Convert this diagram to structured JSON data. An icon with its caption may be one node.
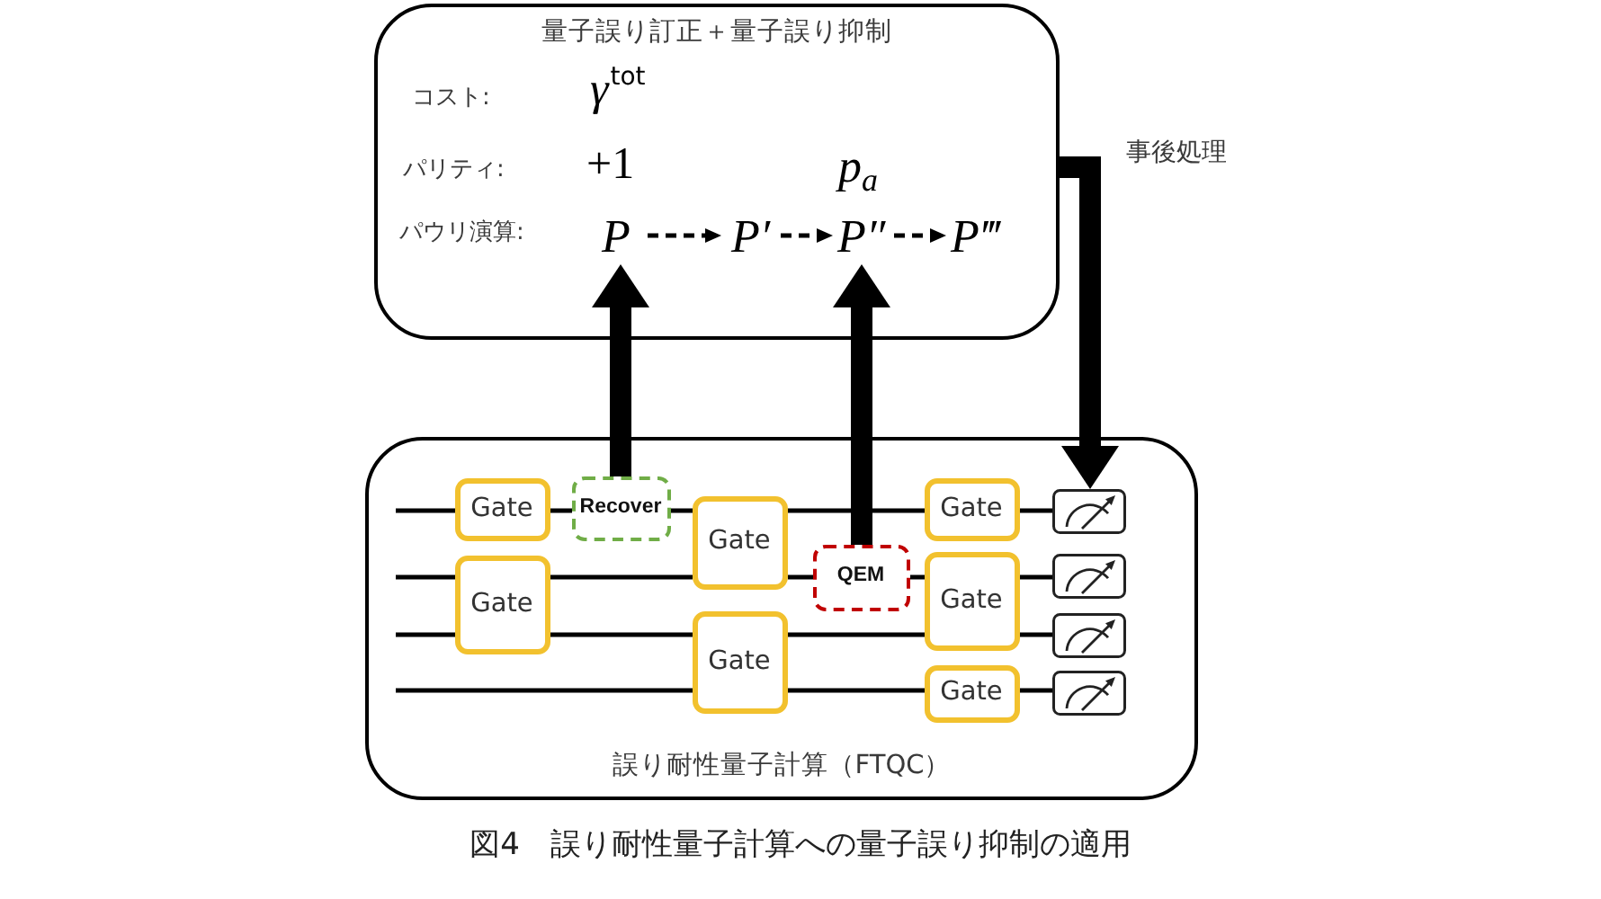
{
  "diagram": {
    "caption": "図4　誤り耐性量子計算への量子誤り抑制の適用",
    "nodes": [
      {
        "text": [
          "量子誤り訂正＋量子誤り抑制"
        ]
      },
      {
        "text": [
          "P"
        ],
        "in": 0
      },
      {
        "text": [
          "P′"
        ],
        "in": 0
      },
      {
        "text": [
          "P″"
        ],
        "in": 0
      },
      {
        "text": [
          "P‴"
        ],
        "in": 0
      },
      {
        "text": [
          "誤り耐性量子計算（FTQC）"
        ]
      },
      {
        "text": [
          "Gate"
        ],
        "in": 5
      },
      {
        "text": [
          "Recover"
        ],
        "in": 5
      },
      {
        "text": [
          "Gate"
        ],
        "in": 5
      },
      {
        "text": [
          "Gate"
        ],
        "in": 5
      },
      {
        "text": [],
        "shape": "picture",
        "in": 5
      },
      {
        "text": [
          "Gate"
        ],
        "in": 5
      },
      {
        "text": [
          "QEM"
        ],
        "in": 5
      },
      {
        "text": [
          "Gate"
        ],
        "in": 5
      },
      {
        "text": [],
        "shape": "picture",
        "in": 5
      },
      {
        "text": [
          "Gate"
        ],
        "in": 5
      },
      {
        "text": [],
        "shape": "picture",
        "in": 5
      },
      {
        "text": [
          "Gate"
        ],
        "in": 5
      },
      {
        "text": [],
        "shape": "picture",
        "in": 5
      }
    ],
    "edges": [
      {
        "from": 1,
        "to": 2,
        "arrow": "to",
        "style": "dashed"
      },
      {
        "from": 2,
        "to": 3,
        "arrow": "to",
        "style": "dashed"
      },
      {
        "from": 3,
        "to": 4,
        "arrow": "to",
        "style": "dashed"
      },
      {
        "from": 0,
        "to": 10,
        "arrow": "to",
        "style": "thick",
        "label": "事後処理"
      },
      {
        "from": 7,
        "to": 1,
        "arrow": "to",
        "style": "thick"
      },
      {
        "from": 12,
        "to": 3,
        "arrow": "to",
        "style": "thick"
      },
      {
        "from": null,
        "to": 6,
        "arrow": "none"
      },
      {
        "from": 6,
        "to": 7,
        "arrow": "none"
      },
      {
        "from": 7,
        "to": 8,
        "arrow": "none"
      },
      {
        "from": 8,
        "to": 9,
        "arrow": "none"
      },
      {
        "from": 9,
        "to": 10,
        "arrow": "none"
      },
      {
        "from": null,
        "to": 11,
        "arrow": "none"
      },
      {
        "from": 11,
        "to": 8,
        "arrow": "none"
      },
      {
        "from": 8,
        "to": 12,
        "arrow": "none"
      },
      {
        "from": 12,
        "to": 13,
        "arrow": "none"
      },
      {
        "from": 13,
        "to": 14,
        "arrow": "none"
      },
      {
        "from": null,
        "to": 11,
        "arrow": "none"
      },
      {
        "from": 11,
        "to": 15,
        "arrow": "none"
      },
      {
        "from": 15,
        "to": 13,
        "arrow": "none"
      },
      {
        "from": 13,
        "to": 16,
        "arrow": "none"
      },
      {
        "from": null,
        "to": 15,
        "arrow": "none"
      },
      {
        "from": 15,
        "to": 17,
        "arrow": "none"
      },
      {
        "from": 17,
        "to": 18,
        "arrow": "none"
      }
    ],
    "labels": [
      "コスト:",
      "γ$^{tot}$",
      "パリティ:",
      "+1",
      "p$_{a}$",
      "パウリ演算:"
    ]
  }
}
